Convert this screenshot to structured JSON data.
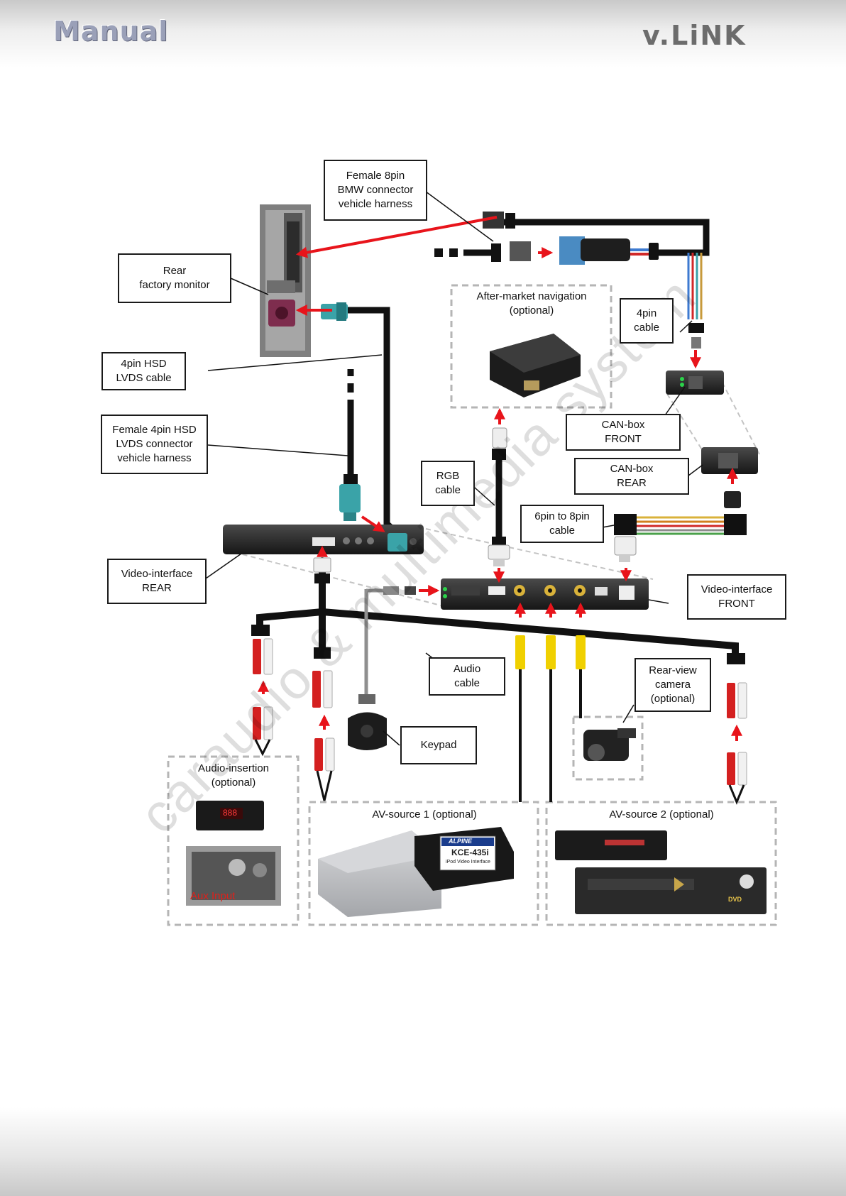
{
  "header": {
    "brand_left": "Manual",
    "brand_right": "v.LiNK"
  },
  "watermark": "caraudio & multimedia system",
  "labels": {
    "rear_monitor": "Rear\nfactory monitor",
    "female_8pin": "Female 8pin\nBMW connector\nvehicle harness",
    "hsd_cable": "4pin HSD\nLVDS  cable",
    "female_hsd": "Female 4pin HSD\nLVDS connector\nvehicle harness",
    "video_rear": "Video-interface\nREAR",
    "video_front": "Video-interface\nFRONT",
    "pin4_cable": "4pin\ncable",
    "canbox_front": "CAN-box\nFRONT",
    "canbox_rear": "CAN-box\nREAR",
    "rgb_cable": "RGB\ncable",
    "six_to_eight": "6pin to 8pin\ncable",
    "audio_cable": "Audio\ncable",
    "keypad": "Keypad",
    "rear_camera": "Rear-view\ncamera\n(optional)"
  },
  "groups": {
    "navigation": "After-market navigation\n(optional)",
    "audio_insertion": "Audio-insertion\n(optional)",
    "av_source_1": "AV-source 1 (optional)",
    "av_source_2": "AV-source 2 (optional)"
  },
  "photo_captions": {
    "aux_input": "Aux Input",
    "alpine_brand": "ALPINE",
    "alpine_model": "KCE-435i",
    "alpine_sub": "iPod Video Interface",
    "display_digits": "888",
    "dvd_logo": "DVD"
  },
  "colors": {
    "arrow": "#e8141b",
    "cable": "#111111",
    "dashed": "#b5b5b5",
    "hsd_connector": "#3aa3a8",
    "rca_red": "#d42020",
    "rca_yellow": "#f0d000"
  }
}
